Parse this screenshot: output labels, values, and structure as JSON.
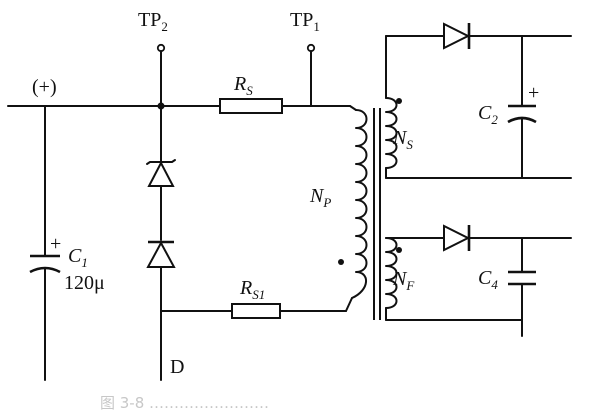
{
  "labels": {
    "tp2": {
      "main": "TP",
      "sub": "2"
    },
    "tp1": {
      "main": "TP",
      "sub": "1"
    },
    "plus": "(+)",
    "rs": {
      "main": "R",
      "sub": "S"
    },
    "rs1": {
      "main": "R",
      "sub": "S1"
    },
    "np": {
      "main": "N",
      "sub": "P"
    },
    "ns": {
      "main": "N",
      "sub": "S"
    },
    "nf": {
      "main": "N",
      "sub": "F"
    },
    "c1": {
      "main": "C",
      "sub": "1"
    },
    "c1_value": "120μ",
    "c2": {
      "main": "C",
      "sub": "2"
    },
    "c4": {
      "main": "C",
      "sub": "4"
    },
    "c1_polarity": "+",
    "c2_polarity": "+",
    "d": "D"
  },
  "caption": "图 3-8  ……………………"
}
